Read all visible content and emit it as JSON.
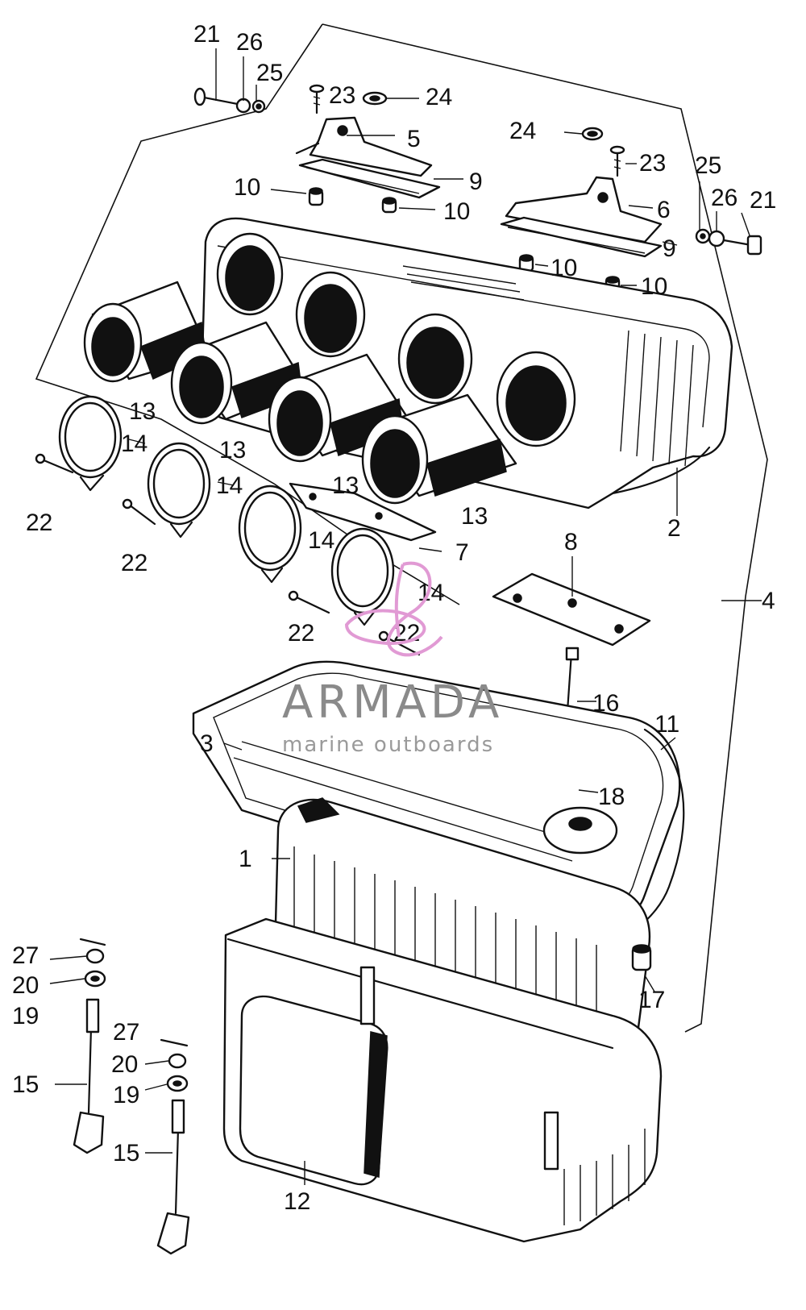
{
  "watermark": {
    "brand": "ARMADA",
    "tagline": "marine outboards",
    "logo_color": "#e19ad4",
    "text_color": "#8a8a8a"
  },
  "labels": {
    "p1": "1",
    "p2": "2",
    "p3": "3",
    "p4": "4",
    "p5": "5",
    "p6": "6",
    "p7": "7",
    "p8": "8",
    "p9": "9",
    "p10": "10",
    "p11": "11",
    "p12": "12",
    "p13": "13",
    "p14": "14",
    "p15": "15",
    "p16": "16",
    "p17": "17",
    "p18": "18",
    "p19": "19",
    "p20": "20",
    "p21": "21",
    "p22": "22",
    "p23": "23",
    "p24": "24",
    "p25": "25",
    "p26": "26",
    "p27": "27"
  }
}
